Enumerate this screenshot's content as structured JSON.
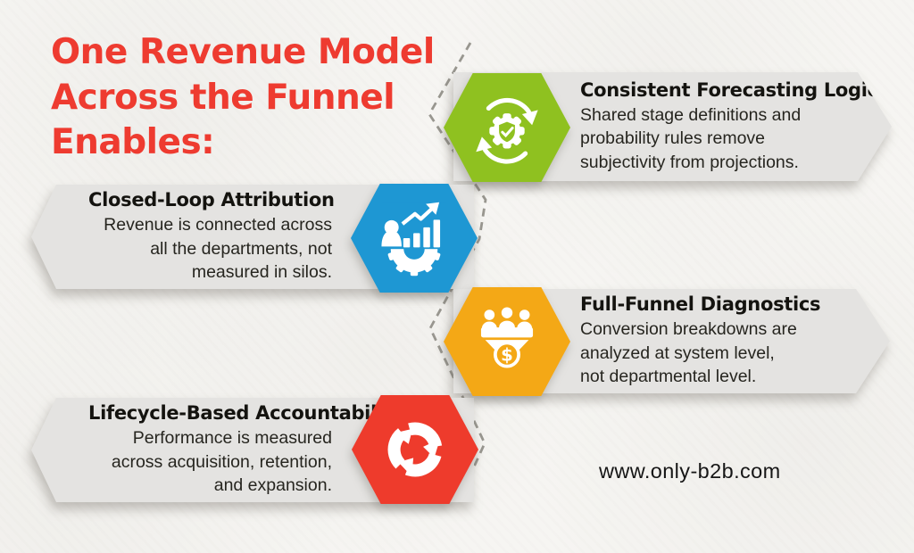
{
  "title": {
    "lines": [
      "One Revenue Model",
      "Across the Funnel",
      "Enables:"
    ]
  },
  "sections": [
    {
      "heading": "Consistent Forecasting Logic",
      "body": [
        "Shared stage definitions and",
        "probability rules remove",
        "subjectivity from projections."
      ],
      "icon": "sync-gear-shield-check-icon",
      "hex_color": "#8fc120",
      "side": "right"
    },
    {
      "heading": "Closed-Loop Attribution",
      "body": [
        "Revenue is connected across",
        "all the departments, not",
        "measured in silos."
      ],
      "icon": "person-growth-chart-gear-icon",
      "hex_color": "#1e97d3",
      "side": "left"
    },
    {
      "heading": "Full-Funnel Diagnostics",
      "body": [
        "Conversion breakdowns are",
        "analyzed at system level,",
        "not departmental level."
      ],
      "icon": "funnel-leads-dollar-icon",
      "hex_color": "#f4a816",
      "side": "right"
    },
    {
      "heading": "Lifecycle-Based Accountability",
      "body": [
        "Performance is measured",
        "across acquisition, retention,",
        "and expansion."
      ],
      "icon": "lifecycle-cycle-arrows-icon",
      "hex_color": "#ee3b2c",
      "side": "left"
    }
  ],
  "footer": {
    "website": "www.only-b2b.com"
  },
  "colors": {
    "green": "#8fc120",
    "blue": "#1e97d3",
    "orange": "#f4a816",
    "red": "#ee3b2c",
    "title_red": "#ee3b30",
    "banner_grey": "#e4e3e1",
    "text_dark": "#1c1b19",
    "dash_grey": "#98968f",
    "background": "#f6f5f2"
  }
}
